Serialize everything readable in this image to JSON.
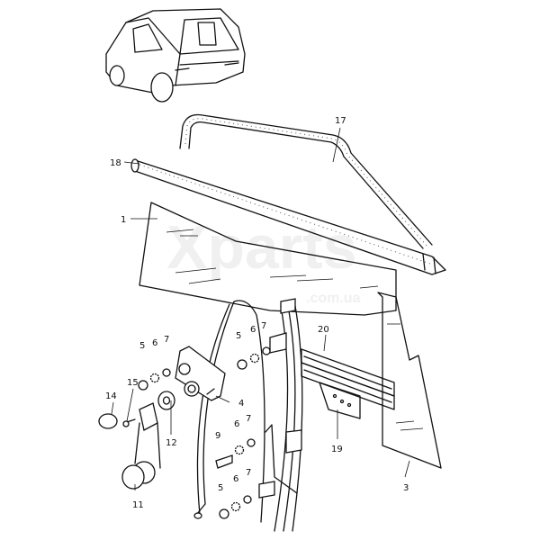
{
  "watermark": {
    "brand": "Xparts",
    "domain": ".com.ua"
  },
  "callouts": {
    "c17": "17",
    "c18": "18",
    "c1": "1",
    "c20": "20",
    "c5a": "5",
    "c6a": "6",
    "c7a": "7",
    "c5b": "5",
    "c6b": "6",
    "c7b": "7",
    "c15": "15",
    "c14": "14",
    "c4": "4",
    "c12": "12",
    "c9": "9",
    "c6c": "6",
    "c7c": "7",
    "c19": "19",
    "c11": "11",
    "c5d": "5",
    "c6d": "6",
    "c7d": "7",
    "c3": "3"
  }
}
